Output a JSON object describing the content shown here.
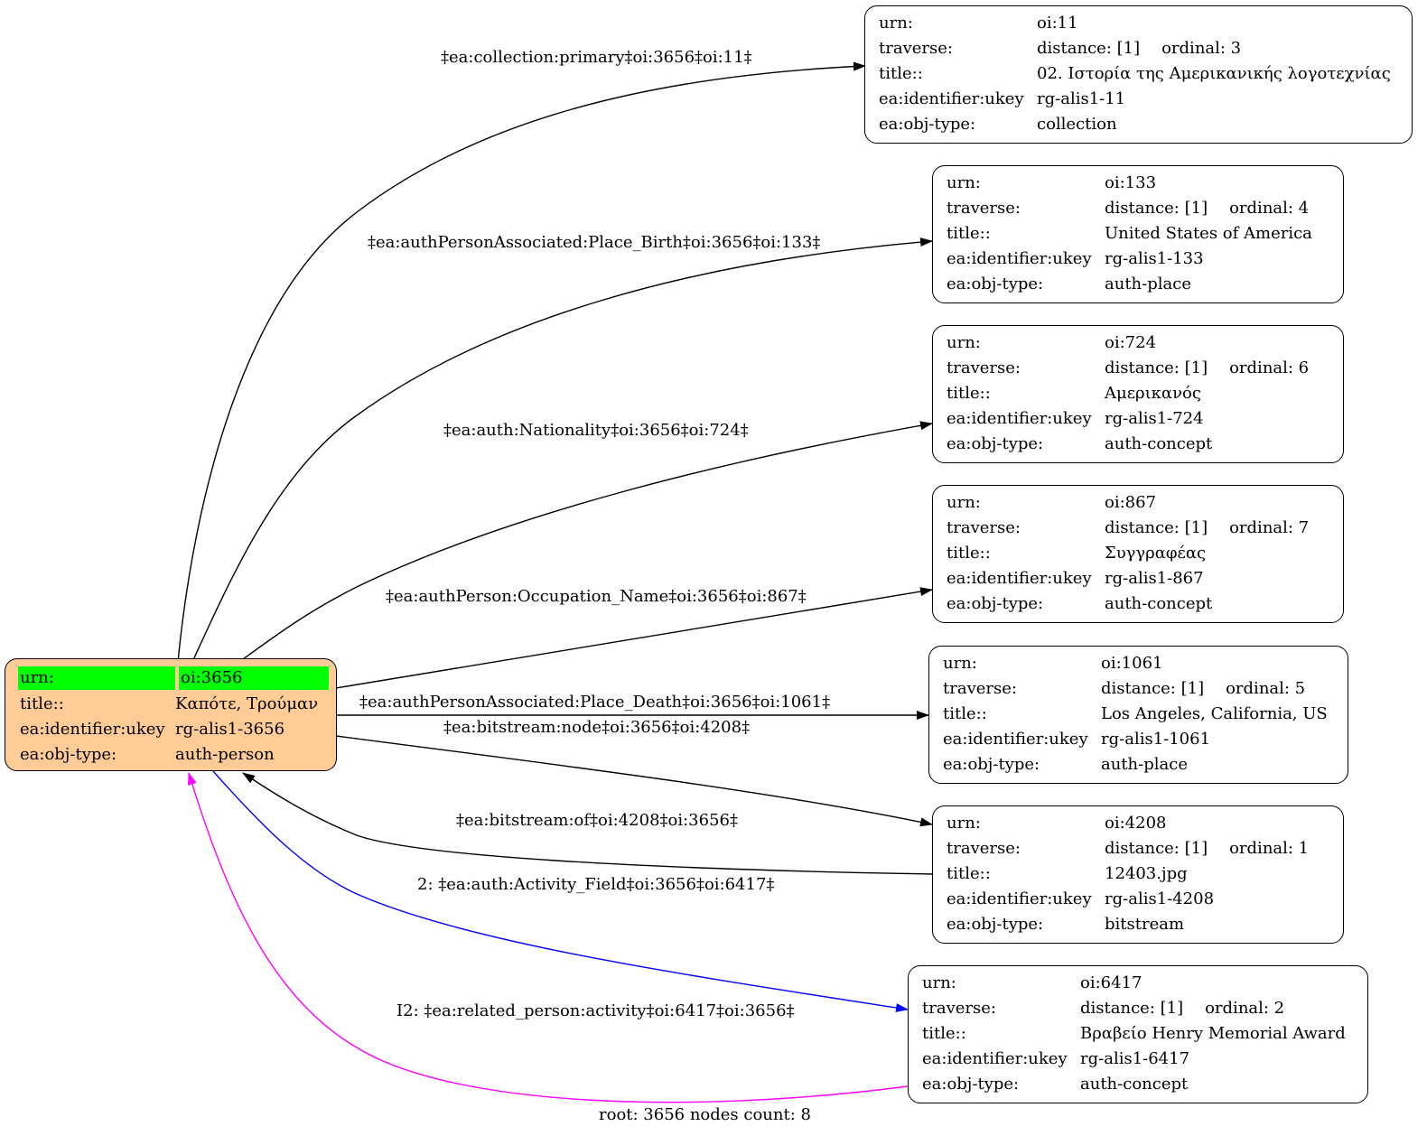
{
  "root_node": {
    "rows": [
      {
        "key": "urn:",
        "value": "oi:3656"
      },
      {
        "key": "title::",
        "value": "Καπότε, Τρούμαν"
      },
      {
        "key": "ea:identifier:ukey",
        "value": "rg-alis1-3656"
      },
      {
        "key": "ea:obj-type:",
        "value": "auth-person"
      }
    ]
  },
  "nodes": [
    {
      "urn": "oi:11",
      "distance": "distance: [1]",
      "ordinal": "ordinal: 3",
      "title": "02. Ιστορία της Αμερικανικής λογοτεχνίας",
      "ukey": "rg-alis1-11",
      "obj_type": "collection"
    },
    {
      "urn": "oi:133",
      "distance": "distance: [1]",
      "ordinal": "ordinal: 4",
      "title": "United States of America",
      "ukey": "rg-alis1-133",
      "obj_type": "auth-place"
    },
    {
      "urn": "oi:724",
      "distance": "distance: [1]",
      "ordinal": "ordinal: 6",
      "title": "Αμερικανός",
      "ukey": "rg-alis1-724",
      "obj_type": "auth-concept"
    },
    {
      "urn": "oi:867",
      "distance": "distance: [1]",
      "ordinal": "ordinal: 7",
      "title": "Συγγραφέας",
      "ukey": "rg-alis1-867",
      "obj_type": "auth-concept"
    },
    {
      "urn": "oi:1061",
      "distance": "distance: [1]",
      "ordinal": "ordinal: 5",
      "title": "Los Angeles, California, US",
      "ukey": "rg-alis1-1061",
      "obj_type": "auth-place"
    },
    {
      "urn": "oi:4208",
      "distance": "distance: [1]",
      "ordinal": "ordinal: 1",
      "title": "12403.jpg",
      "ukey": "rg-alis1-4208",
      "obj_type": "bitstream"
    },
    {
      "urn": "oi:6417",
      "distance": "distance: [1]",
      "ordinal": "ordinal: 2",
      "title": "Βραβείο Henry Memorial Award",
      "ukey": "rg-alis1-6417",
      "obj_type": "auth-concept"
    }
  ],
  "field_labels": {
    "urn": "urn:",
    "traverse": "traverse:",
    "title": "title::",
    "ukey": "ea:identifier:ukey",
    "obj_type": "ea:obj-type:"
  },
  "edges": [
    {
      "label": "‡ea:collection:primary‡oi:3656‡oi:11‡",
      "color": "#000000"
    },
    {
      "label": "‡ea:authPersonAssociated:Place_Birth‡oi:3656‡oi:133‡",
      "color": "#000000"
    },
    {
      "label": "‡ea:auth:Nationality‡oi:3656‡oi:724‡",
      "color": "#000000"
    },
    {
      "label": "‡ea:authPerson:Occupation_Name‡oi:3656‡oi:867‡",
      "color": "#000000"
    },
    {
      "label": "‡ea:authPersonAssociated:Place_Death‡oi:3656‡oi:1061‡",
      "color": "#000000"
    },
    {
      "label": "‡ea:bitstream:node‡oi:3656‡oi:4208‡",
      "color": "#000000"
    },
    {
      "label": "‡ea:bitstream:of‡oi:4208‡oi:3656‡",
      "color": "#000000"
    },
    {
      "label": "2: ‡ea:auth:Activity_Field‡oi:3656‡oi:6417‡",
      "color": "#0000ff"
    },
    {
      "label": "I2: ‡ea:related_person:activity‡oi:6417‡oi:3656‡",
      "color": "#ff00ff"
    }
  ],
  "colors": {
    "root_fill": "#ffcb96",
    "root_highlight": "#00ff00",
    "edge_default": "#000000",
    "edge_blue": "#0000ff",
    "edge_magenta": "#ff00ff"
  },
  "footer": "root: 3656 nodes count: 8"
}
